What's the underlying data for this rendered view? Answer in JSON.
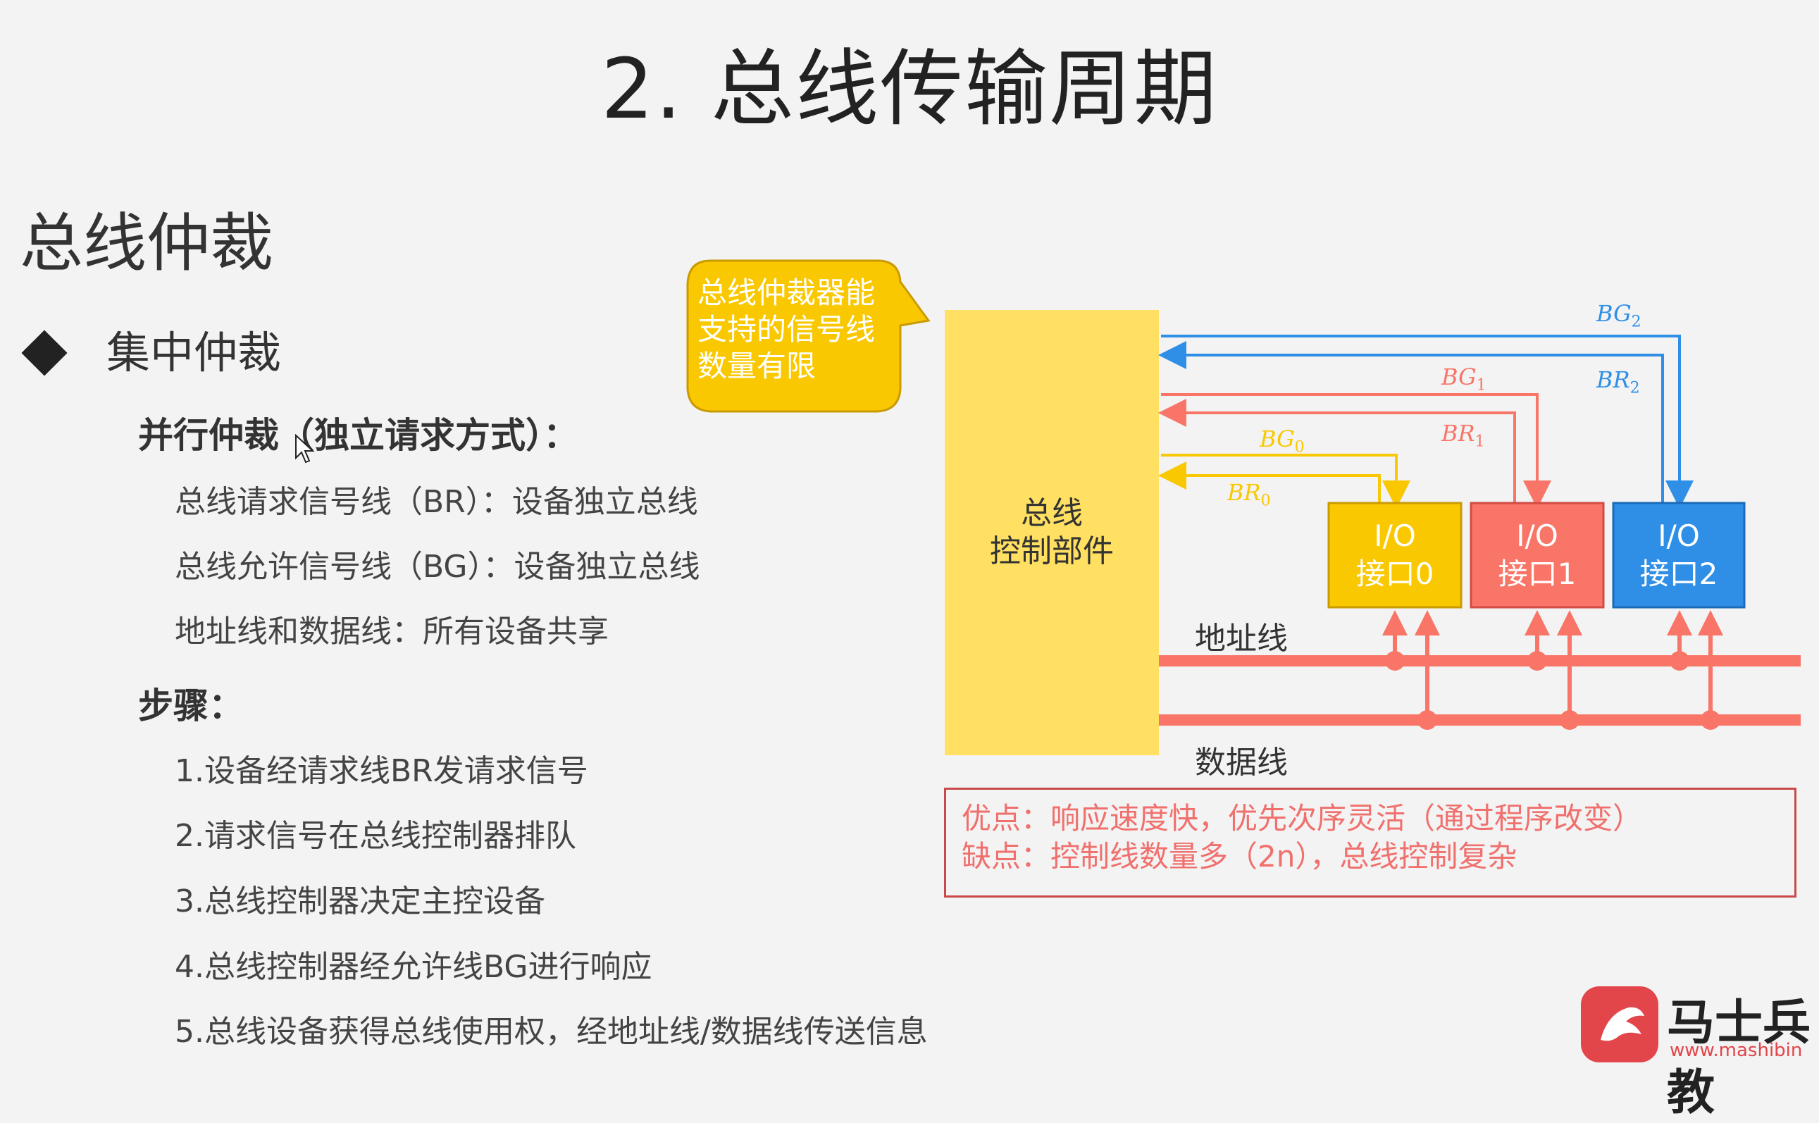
{
  "title": "2. 总线传输周期",
  "section_title": "总线仲裁",
  "bullet": "集中仲裁",
  "parallel": {
    "heading": "并行仲裁（独立请求方式）：",
    "lines": [
      "总线请求信号线（BR）：设备独立总线",
      "总线允许信号线（BG）：设备独立总线",
      "地址线和数据线：所有设备共享"
    ]
  },
  "steps": {
    "heading": "步骤：",
    "items": [
      "1.设备经请求线BR发请求信号",
      "2.请求信号在总线控制器排队",
      "3.总线控制器决定主控设备",
      "4.总线控制器经允许线BG进行响应",
      "5.总线设备获得总线使用权，经地址线/数据线传送信息"
    ]
  },
  "callout": {
    "line1": "总线仲裁器能",
    "line2": "支持的信号线",
    "line3": "数量有限"
  },
  "controller": {
    "line1": "总线",
    "line2": "控制部件"
  },
  "io": [
    {
      "line1": "I/O",
      "line2": "接口0",
      "color": "#f9c800"
    },
    {
      "line1": "I/O",
      "line2": "接口1",
      "color": "#f87567"
    },
    {
      "line1": "I/O",
      "line2": "接口2",
      "color": "#2f8fe6"
    }
  ],
  "signals": {
    "bg": "BG",
    "br": "BR",
    "s0": "0",
    "s1": "1",
    "s2": "2"
  },
  "wires": {
    "address": "地址线",
    "data": "数据线"
  },
  "notes": {
    "pro": "优点：响应速度快，优先次序灵活（通过程序改变）",
    "con": "缺点：控制线数量多（2n），总线控制复杂"
  },
  "logo": {
    "name": "马士兵教",
    "url": "www.mashibin"
  },
  "colors": {
    "yellow": "#f9c800",
    "red": "#f87567",
    "blue": "#2f8fe6",
    "controller": "#ffe062"
  }
}
